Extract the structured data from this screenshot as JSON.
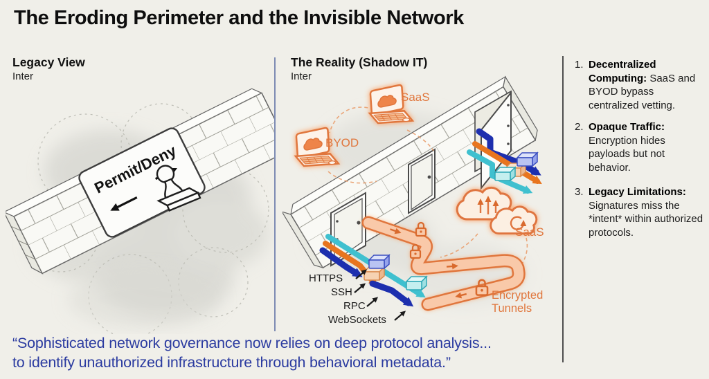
{
  "title": "The Eroding Perimeter and the Invisible Network",
  "legacy_panel": {
    "title": "Legacy View",
    "subtitle": "Inter",
    "sign_label": "Permit/Deny"
  },
  "reality_panel": {
    "title": "The Reality (Shadow IT)",
    "subtitle": "Inter",
    "saas_laptop_label": "SaaS",
    "byod_laptop_label": "BYOD",
    "saas_cloud_label": "SaaS",
    "encrypted_tunnels_line1": "Encrypted",
    "encrypted_tunnels_line2": "Tunnels",
    "protocols": [
      "HTTPS",
      "SSH",
      "RPC",
      "WebSockets"
    ]
  },
  "key_points": {
    "items": [
      {
        "number": "1.",
        "heading": "Decentralized Computing:",
        "body": "SaaS and BYOD bypass centralized vetting."
      },
      {
        "number": "2.",
        "heading": "Opaque Traffic:",
        "body": "Encryption hides payloads but not behavior."
      },
      {
        "number": "3.",
        "heading": "Legacy Limitations:",
        "body": "Signatures miss the *intent* within authorized protocols."
      }
    ]
  },
  "quote": {
    "line1": "“Sophisticated network governance now relies on deep protocol analysis...",
    "line2": "to identify unauthorized infrastructure through behavioral metadata.”"
  },
  "colors": {
    "background": "#f0efe9",
    "accent_orange": "#e0763c",
    "pipe_fill": "#f9c9a9",
    "arrow_blue": "#1d2fae",
    "arrow_cyan": "#3fc0cf",
    "arrow_orange": "#e8751f",
    "quote_navy": "#2b3ba0",
    "divider_blue": "#7d8bb3",
    "divider_gray": "#4e4e4e"
  }
}
